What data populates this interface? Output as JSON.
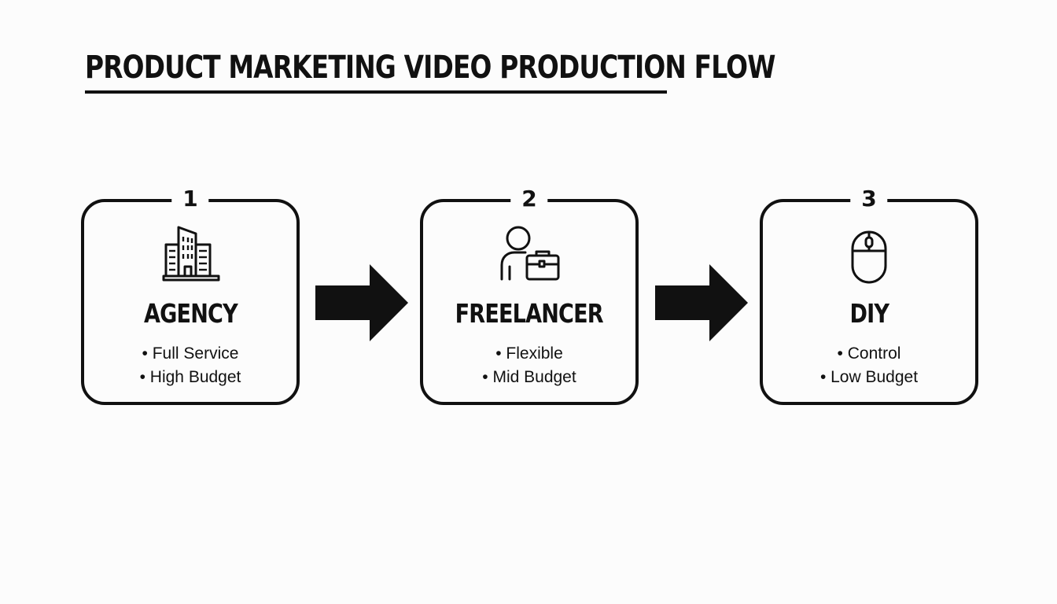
{
  "title": "PRODUCT MARKETING VIDEO PRODUCTION FLOW",
  "steps": [
    {
      "number": "1",
      "icon": "building-icon",
      "label": "AGENCY",
      "points": [
        "Full Service",
        "High Budget"
      ]
    },
    {
      "number": "2",
      "icon": "person-briefcase-icon",
      "label": "FREELANCER",
      "points": [
        "Flexible",
        "Mid Budget"
      ]
    },
    {
      "number": "3",
      "icon": "mouse-icon",
      "label": "DIY",
      "points": [
        "Control",
        "Low Budget"
      ]
    }
  ],
  "colors": {
    "ink": "#111111",
    "background": "#fcfcfc"
  }
}
